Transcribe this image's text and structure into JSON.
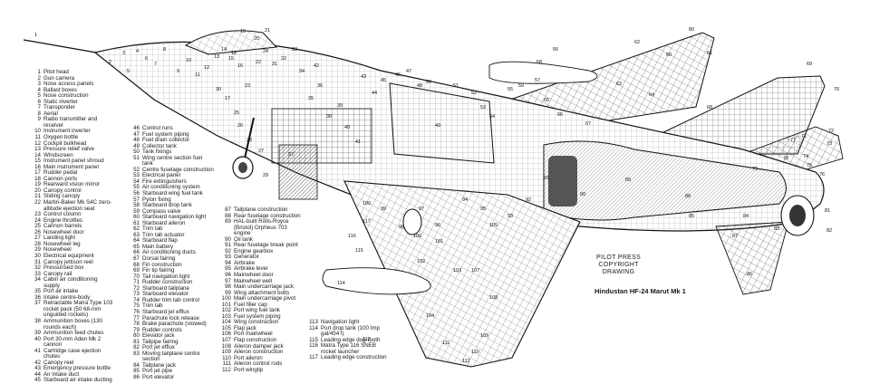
{
  "legend_col1": [
    {
      "num": "1",
      "text": "Pitot head"
    },
    {
      "num": "2",
      "text": "Gun camera"
    },
    {
      "num": "3",
      "text": "Nose access panels"
    },
    {
      "num": "4",
      "text": "Ballast boxes"
    },
    {
      "num": "5",
      "text": "Nose construction"
    },
    {
      "num": "6",
      "text": "Static inverter"
    },
    {
      "num": "7",
      "text": "Transponder"
    },
    {
      "num": "8",
      "text": "Aerial"
    },
    {
      "num": "9",
      "text": "Radio transmitter and"
    },
    {
      "num": "",
      "text": "receiver"
    },
    {
      "num": "10",
      "text": "Instrument inverter"
    },
    {
      "num": "11",
      "text": "Oxygen bottle"
    },
    {
      "num": "12",
      "text": "Cockpit bulkhead"
    },
    {
      "num": "13",
      "text": "Pressure relief valve"
    },
    {
      "num": "14",
      "text": "Windscreen"
    },
    {
      "num": "15",
      "text": "Instrument panel shroud"
    },
    {
      "num": "16",
      "text": "Main instrument panel"
    },
    {
      "num": "17",
      "text": "Rudder pedal"
    },
    {
      "num": "18",
      "text": "Cannon ports"
    },
    {
      "num": "19",
      "text": "Rearward vision mirror"
    },
    {
      "num": "20",
      "text": "Canopy control"
    },
    {
      "num": "21",
      "text": "Sliding canopy"
    },
    {
      "num": "22",
      "text": "Martin-Baker Mk S4C zero-"
    },
    {
      "num": "",
      "text": "altitude ejection seat"
    },
    {
      "num": "23",
      "text": "Control column"
    },
    {
      "num": "24",
      "text": "Engine throttles"
    },
    {
      "num": "25",
      "text": "Cannon barrels"
    },
    {
      "num": "26",
      "text": "Nosewheel door"
    },
    {
      "num": "27",
      "text": "Landing light"
    },
    {
      "num": "28",
      "text": "Nosewheel leg"
    },
    {
      "num": "29",
      "text": "Nosewheel"
    },
    {
      "num": "30",
      "text": "Electrical equipment"
    },
    {
      "num": "31",
      "text": "Canopy jettison reel"
    },
    {
      "num": "32",
      "text": "Pressurised box"
    },
    {
      "num": "33",
      "text": "Canopy rail"
    },
    {
      "num": "34",
      "text": "Cabin air conditioning"
    },
    {
      "num": "",
      "text": "supply"
    },
    {
      "num": "35",
      "text": "Port air intake"
    },
    {
      "num": "36",
      "text": "Intake centre-body"
    },
    {
      "num": "37",
      "text": "Retractable Matra Type 103"
    },
    {
      "num": "",
      "text": "rocket pack (50 68-mm"
    },
    {
      "num": "",
      "text": "unguided rockets)"
    },
    {
      "num": "38",
      "text": "Ammunition boxes (130"
    },
    {
      "num": "",
      "text": "rounds each)"
    },
    {
      "num": "39",
      "text": "Ammunition feed chutes"
    },
    {
      "num": "40",
      "text": "Port 30-mm Aden Mk 2"
    },
    {
      "num": "",
      "text": "cannon"
    },
    {
      "num": "41",
      "text": "Cartridge case ejection"
    },
    {
      "num": "",
      "text": "chutes"
    },
    {
      "num": "42",
      "text": "Canopy reel"
    },
    {
      "num": "43",
      "text": "Emergency pressure bottle"
    },
    {
      "num": "44",
      "text": "Air intake duct"
    },
    {
      "num": "45",
      "text": "Starboard air intake ducting"
    }
  ],
  "legend_col2": [
    {
      "num": "46",
      "text": "Control runs"
    },
    {
      "num": "47",
      "text": "Fuel system piping"
    },
    {
      "num": "48",
      "text": "Fuel drain collector"
    },
    {
      "num": "49",
      "text": "Collector tank"
    },
    {
      "num": "50",
      "text": "Tank fixings"
    },
    {
      "num": "51",
      "text": "Wing centre section fuel"
    },
    {
      "num": "",
      "text": "tank"
    },
    {
      "num": "52",
      "text": "Centre fuselage construction"
    },
    {
      "num": "53",
      "text": "Electrical panel"
    },
    {
      "num": "54",
      "text": "Fire extinguishers"
    },
    {
      "num": "55",
      "text": "Air conditioning system"
    },
    {
      "num": "56",
      "text": "Starboard wing fuel tank"
    },
    {
      "num": "57",
      "text": "Pylon fixing"
    },
    {
      "num": "58",
      "text": "Starboard drop tank"
    },
    {
      "num": "59",
      "text": "Compass valve"
    },
    {
      "num": "60",
      "text": "Starboard navigation light"
    },
    {
      "num": "61",
      "text": "Starboard aileron"
    },
    {
      "num": "62",
      "text": "Trim tab"
    },
    {
      "num": "63",
      "text": "Trim tab actuator"
    },
    {
      "num": "64",
      "text": "Starboard flap"
    },
    {
      "num": "65",
      "text": "Main battery"
    },
    {
      "num": "66",
      "text": "Air conditioning ducts"
    },
    {
      "num": "67",
      "text": "Dorsal fairing"
    },
    {
      "num": "68",
      "text": "Fin construction"
    },
    {
      "num": "69",
      "text": "Fin tip fairing"
    },
    {
      "num": "70",
      "text": "Tail navigation light"
    },
    {
      "num": "71",
      "text": "Rudder construction"
    },
    {
      "num": "72",
      "text": "Starboard tailplane"
    },
    {
      "num": "73",
      "text": "Starboard elevator"
    },
    {
      "num": "74",
      "text": "Rudder trim tab control"
    },
    {
      "num": "75",
      "text": "Trim tab"
    },
    {
      "num": "76",
      "text": "Starboard jet efflux"
    },
    {
      "num": "77",
      "text": "Parachute lock release"
    },
    {
      "num": "78",
      "text": "Brake parachute (stowed)"
    },
    {
      "num": "79",
      "text": "Rudder controls"
    },
    {
      "num": "80",
      "text": "Elevator jack"
    },
    {
      "num": "81",
      "text": "Tailpipe fairing"
    },
    {
      "num": "82",
      "text": "Port jet efflux"
    },
    {
      "num": "83",
      "text": "Moving tailplane centre"
    },
    {
      "num": "",
      "text": "section"
    },
    {
      "num": "84",
      "text": "Tailplane jack"
    },
    {
      "num": "85",
      "text": "Port jet pipe"
    },
    {
      "num": "86",
      "text": "Port elevator"
    }
  ],
  "legend_col3": [
    {
      "num": "87",
      "text": "Tailplane construction"
    },
    {
      "num": "88",
      "text": "Rear fuselage construction"
    },
    {
      "num": "89",
      "text": "HAL-built Rolls-Royce"
    },
    {
      "num": "",
      "text": "(Bristol) Orpheus 703"
    },
    {
      "num": "",
      "text": "engine"
    },
    {
      "num": "90",
      "text": "Oil tank"
    },
    {
      "num": "91",
      "text": "Rear fuselage break point"
    },
    {
      "num": "92",
      "text": "Engine gearbox"
    },
    {
      "num": "93",
      "text": "Generator"
    },
    {
      "num": "94",
      "text": "Airbrake"
    },
    {
      "num": "95",
      "text": "Airbrake lever"
    },
    {
      "num": "96",
      "text": "Mainwheel door"
    },
    {
      "num": "97",
      "text": "Mainwheel well"
    },
    {
      "num": "98",
      "text": "Main undercarriage jack"
    },
    {
      "num": "99",
      "text": "Wing attachment bolts"
    },
    {
      "num": "100",
      "text": "Main undercarriage pivot"
    },
    {
      "num": "101",
      "text": "Fuel filler cap"
    },
    {
      "num": "102",
      "text": "Port wing fuel tank"
    },
    {
      "num": "103",
      "text": "Fuel system piping"
    },
    {
      "num": "104",
      "text": "Wing construction"
    },
    {
      "num": "105",
      "text": "Flap jack"
    },
    {
      "num": "106",
      "text": "Port mainwheel"
    },
    {
      "num": "107",
      "text": "Flap construction"
    },
    {
      "num": "108",
      "text": "Aileron damper jack"
    },
    {
      "num": "109",
      "text": "Aileron construction"
    },
    {
      "num": "110",
      "text": "Port aileron"
    },
    {
      "num": "111",
      "text": "Aileron control rods"
    },
    {
      "num": "112",
      "text": "Port wingtip"
    }
  ],
  "legend_col4": [
    {
      "num": "113",
      "text": "Navigation light"
    },
    {
      "num": "114",
      "text": "Port drop tank (100 Imp"
    },
    {
      "num": "",
      "text": "gal/454 l)"
    },
    {
      "num": "115",
      "text": "Leading edge dog-tooth"
    },
    {
      "num": "116",
      "text": "Matra Type 116 SNEB"
    },
    {
      "num": "",
      "text": "rocket launcher"
    },
    {
      "num": "117",
      "text": "Leading edge construction"
    }
  ],
  "stamp_lines": [
    "PILOT PRESS",
    "COPYRIGHT",
    "DRAWING"
  ],
  "title": "Hindustan HF-24 Marut Mk 1",
  "callouts": [
    {
      "t": "1"
    },
    {
      "t": "2"
    },
    {
      "t": "3"
    },
    {
      "t": "4"
    },
    {
      "t": "5"
    },
    {
      "t": "6"
    },
    {
      "t": "7"
    },
    {
      "t": "8"
    },
    {
      "t": "9"
    },
    {
      "t": "10"
    },
    {
      "t": "11"
    },
    {
      "t": "12"
    },
    {
      "t": "13"
    },
    {
      "t": "14"
    },
    {
      "t": "15"
    },
    {
      "t": "16"
    },
    {
      "t": "17"
    },
    {
      "t": "18"
    },
    {
      "t": "19"
    },
    {
      "t": "20"
    },
    {
      "t": "21"
    },
    {
      "t": "22"
    },
    {
      "t": "23"
    },
    {
      "t": "24"
    },
    {
      "t": "25"
    },
    {
      "t": "26"
    },
    {
      "t": "27"
    },
    {
      "t": "28"
    },
    {
      "t": "29"
    },
    {
      "t": "30"
    },
    {
      "t": "31"
    },
    {
      "t": "32"
    },
    {
      "t": "33"
    },
    {
      "t": "34"
    },
    {
      "t": "35"
    },
    {
      "t": "36"
    },
    {
      "t": "37"
    },
    {
      "t": "38"
    },
    {
      "t": "39"
    },
    {
      "t": "40"
    },
    {
      "t": "41"
    },
    {
      "t": "42"
    },
    {
      "t": "43"
    },
    {
      "t": "44"
    },
    {
      "t": "45"
    },
    {
      "t": "46"
    },
    {
      "t": "47"
    },
    {
      "t": "48"
    },
    {
      "t": "49"
    },
    {
      "t": "50"
    },
    {
      "t": "51"
    },
    {
      "t": "52"
    },
    {
      "t": "53"
    },
    {
      "t": "54"
    },
    {
      "t": "55"
    },
    {
      "t": "56"
    },
    {
      "t": "57"
    },
    {
      "t": "58"
    },
    {
      "t": "59"
    },
    {
      "t": "60"
    },
    {
      "t": "61"
    },
    {
      "t": "62"
    },
    {
      "t": "63"
    },
    {
      "t": "64"
    },
    {
      "t": "65"
    },
    {
      "t": "66"
    },
    {
      "t": "67"
    },
    {
      "t": "68"
    },
    {
      "t": "69"
    },
    {
      "t": "70"
    },
    {
      "t": "71"
    },
    {
      "t": "72"
    },
    {
      "t": "73"
    },
    {
      "t": "74"
    },
    {
      "t": "75"
    },
    {
      "t": "76"
    },
    {
      "t": "77"
    },
    {
      "t": "78"
    },
    {
      "t": "79"
    },
    {
      "t": "80"
    },
    {
      "t": "81"
    },
    {
      "t": "82"
    },
    {
      "t": "83"
    },
    {
      "t": "84"
    },
    {
      "t": "85"
    },
    {
      "t": "86"
    },
    {
      "t": "87"
    },
    {
      "t": "88"
    },
    {
      "t": "89"
    },
    {
      "t": "90"
    },
    {
      "t": "91"
    },
    {
      "t": "92"
    },
    {
      "t": "93"
    },
    {
      "t": "94"
    },
    {
      "t": "95"
    },
    {
      "t": "96"
    },
    {
      "t": "97"
    },
    {
      "t": "98"
    },
    {
      "t": "99"
    },
    {
      "t": "100"
    },
    {
      "t": "101"
    },
    {
      "t": "102"
    },
    {
      "t": "103"
    },
    {
      "t": "104"
    },
    {
      "t": "105"
    },
    {
      "t": "106"
    },
    {
      "t": "107"
    },
    {
      "t": "108"
    },
    {
      "t": "109"
    },
    {
      "t": "110"
    },
    {
      "t": "111"
    },
    {
      "t": "112"
    },
    {
      "t": "113"
    },
    {
      "t": "114"
    },
    {
      "t": "115"
    },
    {
      "t": "116"
    },
    {
      "t": "117"
    }
  ]
}
